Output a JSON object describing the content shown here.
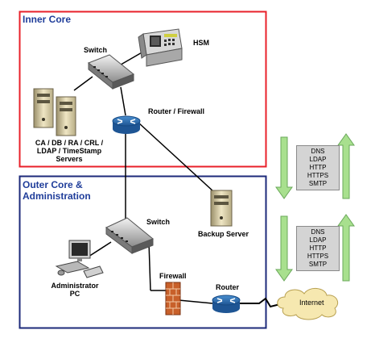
{
  "zones": {
    "inner": {
      "title": "Inner Core",
      "color": "#e8202a"
    },
    "outer": {
      "title_line1": "Outer Core &",
      "title_line2": "Administration",
      "color": "#1c2a7a"
    }
  },
  "nodes": {
    "hsm": "HSM",
    "switch_inner": "Switch",
    "router_firewall": "Router / Firewall",
    "servers_line1": "CA / DB / RA / CRL /",
    "servers_line2": "LDAP / TimeStamp",
    "servers_line3": "Servers",
    "switch_outer": "Switch",
    "backup_server": "Backup Server",
    "admin_line1": "Administrator",
    "admin_line2": "PC",
    "firewall": "Firewall",
    "router": "Router",
    "internet": "Internet"
  },
  "protocols_top": [
    "DNS",
    "LDAP",
    "HTTP",
    "HTTPS",
    "SMTP"
  ],
  "protocols_bottom": [
    "DNS",
    "LDAP",
    "HTTP",
    "HTTPS",
    "SMTP"
  ],
  "colors": {
    "arrow_fill": "#a8e08e",
    "arrow_stroke": "#6aa85a",
    "router_blue": "#2e6fb0",
    "firewall_brick": "#c8602a",
    "cloud_fill": "#f6e8b0"
  }
}
